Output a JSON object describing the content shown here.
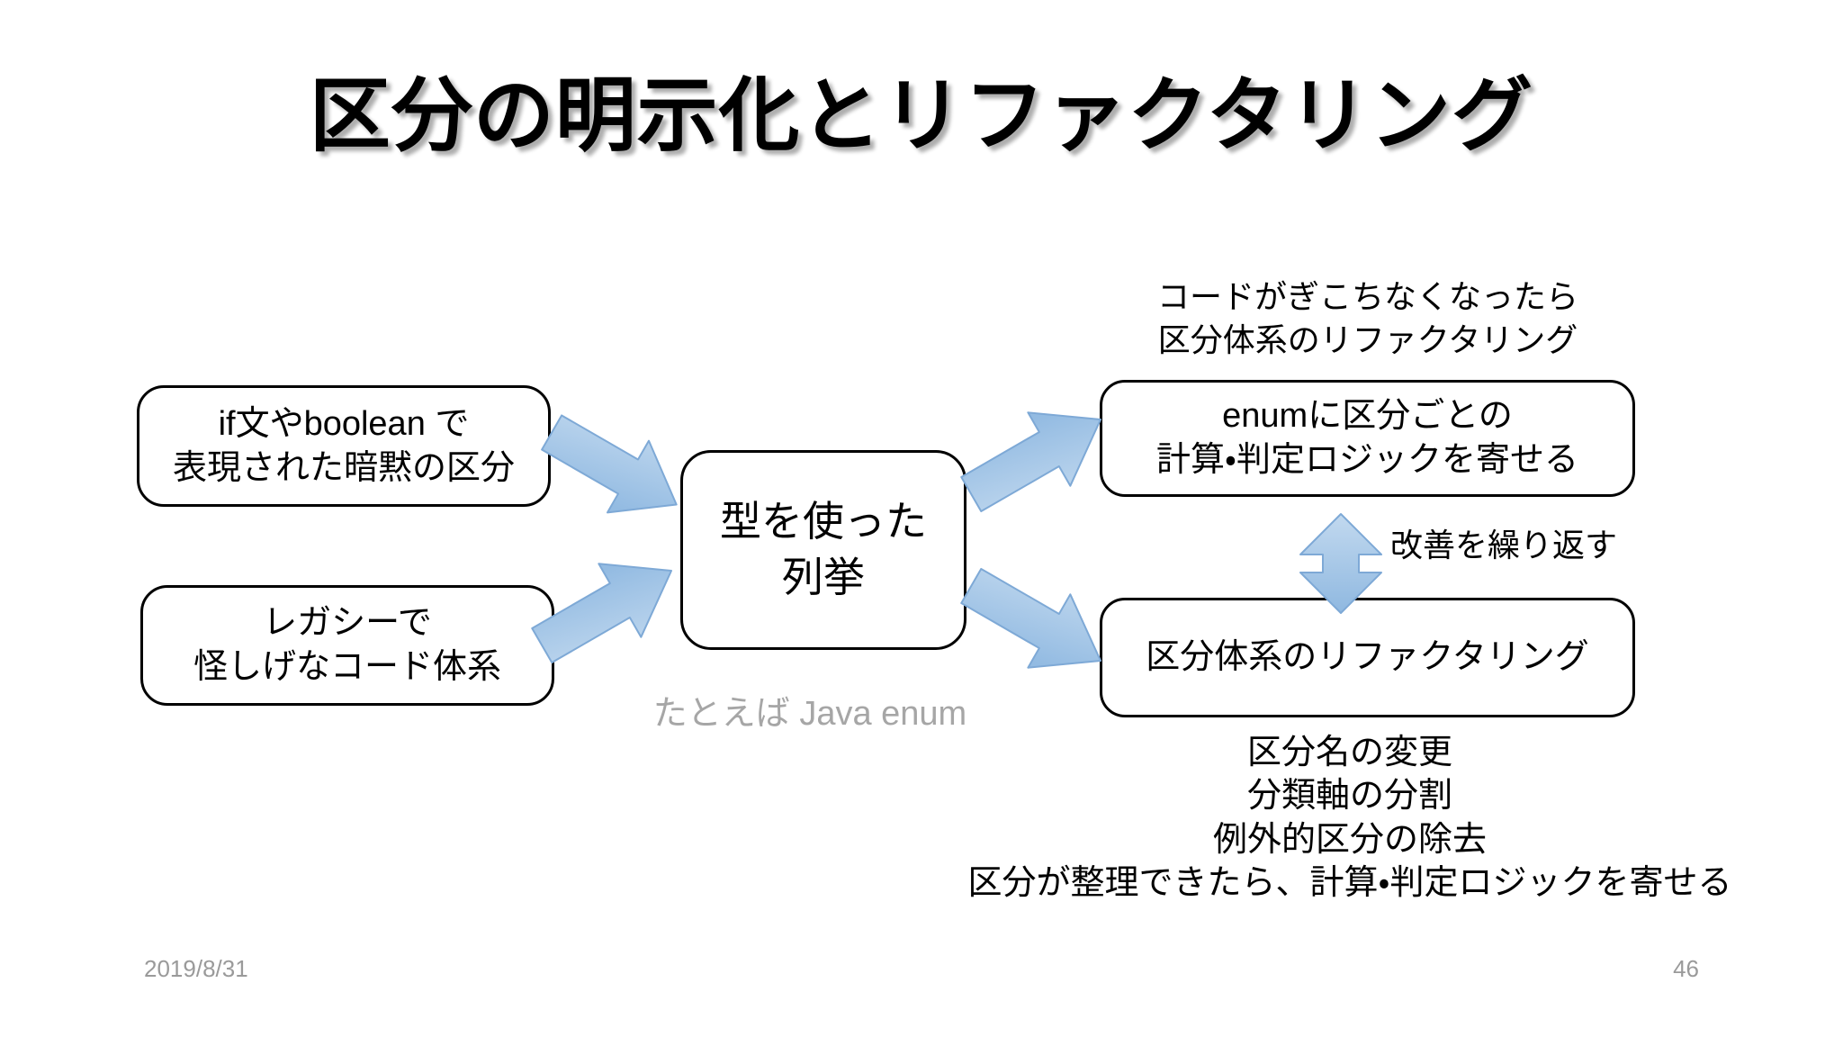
{
  "slide": {
    "title": "区分の明示化とリファクタリング",
    "footer": {
      "date": "2019/8/31",
      "page_number": "46"
    },
    "colors": {
      "arrow_fill_light": "#b3d0ea",
      "arrow_fill_dark": "#8db5dd",
      "arrow_stroke": "#7ea9d6",
      "box_border": "#000000",
      "box_fill": "#ffffff",
      "text": "#000000",
      "muted_text": "#a6a6a6",
      "footer_text": "#9a9a9a",
      "background": "#ffffff"
    }
  },
  "diagram": {
    "boxes": {
      "implicit_classification": "if文やboolean で\n表現された暗黙の区分",
      "legacy_code": "レガシーで\n怪しげなコード体系",
      "typed_enumeration": "型を使った\n列挙",
      "enum_logic": "enumに区分ごとの\n計算・判定ロジックを寄せる",
      "refactor_classification": "区分体系のリファクタリング"
    },
    "captions": {
      "awkward_code": "コードがぎこちなくなったら\n区分体系のリファクタリング",
      "example": "たとえば Java enum",
      "repeat_improvement": "改善を繰り返す",
      "refactor_steps": "区分名の変更\n分類軸の分割\n例外的区分の除去\n区分が整理できたら、計算・判定ロジックを寄せる"
    },
    "arrows": [
      {
        "name": "arrow-implicit-to-type",
        "direction": "down-right",
        "from": "implicit_classification",
        "to": "typed_enumeration"
      },
      {
        "name": "arrow-legacy-to-type",
        "direction": "up-right",
        "from": "legacy_code",
        "to": "typed_enumeration"
      },
      {
        "name": "arrow-type-to-enum",
        "direction": "up-right",
        "from": "typed_enumeration",
        "to": "enum_logic"
      },
      {
        "name": "arrow-type-to-refactor",
        "direction": "down-right",
        "from": "typed_enumeration",
        "to": "refactor_classification"
      },
      {
        "name": "arrow-cycle",
        "direction": "up-down",
        "from": "enum_logic",
        "to": "refactor_classification"
      }
    ]
  }
}
